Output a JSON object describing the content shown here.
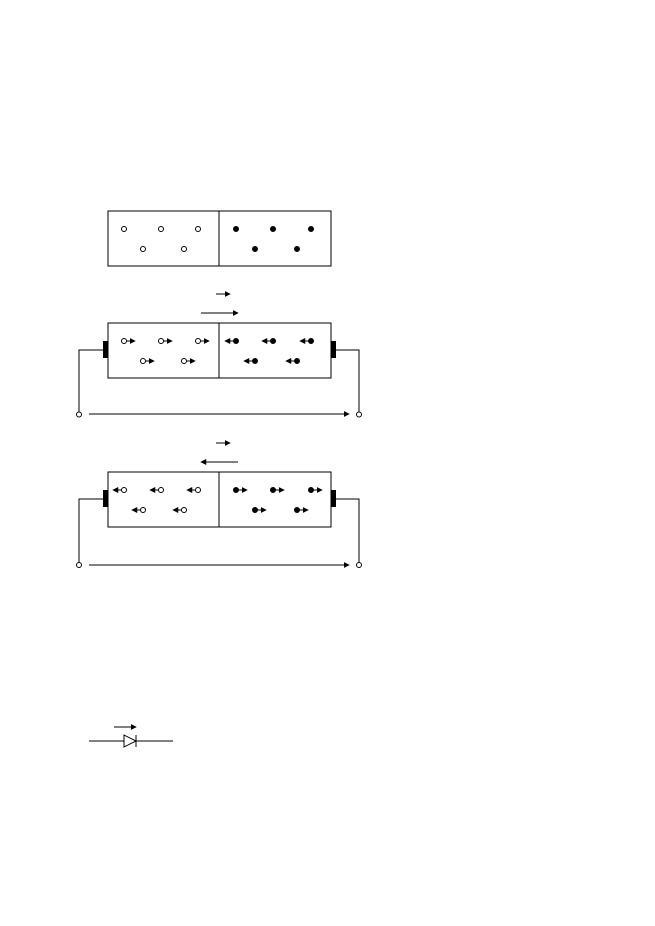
{
  "colors": {
    "ink": "#000000",
    "background": "#ffffff"
  },
  "diagram": {
    "panels": [
      {
        "state": "unbiased",
        "has_electrodes": false,
        "has_circuit": false,
        "left_region": "hollow-dots",
        "right_region": "solid-dots",
        "carrier_motion": "none",
        "field_arrows": []
      },
      {
        "state": "forward-bias",
        "has_electrodes": true,
        "has_circuit": true,
        "left_region": "hollow-dots",
        "right_region": "solid-dots",
        "carrier_motion": "toward-junction",
        "field_arrows": [
          "short-right",
          "long-right"
        ]
      },
      {
        "state": "reverse-bias",
        "has_electrodes": true,
        "has_circuit": true,
        "left_region": "hollow-dots",
        "right_region": "solid-dots",
        "carrier_motion": "away-from-junction",
        "field_arrows": [
          "short-right",
          "long-left"
        ]
      }
    ],
    "symbol": {
      "icon": "diode-symbol-icon",
      "arrow": "right"
    }
  }
}
